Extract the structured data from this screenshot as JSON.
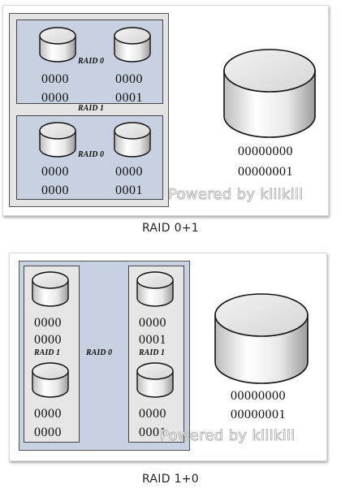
{
  "diagrams": [
    {
      "caption": "RAID 0+1",
      "outer_label": "RAID 1",
      "groups": [
        {
          "label": "RAID 0",
          "disks": [
            {
              "line1": "0000",
              "line2": "0000"
            },
            {
              "line1": "0000",
              "line2": "0001"
            }
          ]
        },
        {
          "label": "RAID 0",
          "disks": [
            {
              "line1": "0000",
              "line2": "0000"
            },
            {
              "line1": "0000",
              "line2": "0001"
            }
          ]
        }
      ],
      "big_disk": {
        "line1": "00000000",
        "line2": "00000001"
      },
      "watermark": "Powered by killkill"
    },
    {
      "caption": "RAID 1+0",
      "outer_label": "RAID 0",
      "columns": [
        {
          "label": "RAID 1",
          "disks": [
            {
              "line1": "0000",
              "line2": "0000"
            },
            {
              "line1": "0000",
              "line2": "0000"
            }
          ]
        },
        {
          "label": "RAID 1",
          "disks": [
            {
              "line1": "0000",
              "line2": "0001"
            },
            {
              "line1": "0000",
              "line2": "0001"
            }
          ]
        }
      ],
      "big_disk": {
        "line1": "00000000",
        "line2": "00000001"
      },
      "watermark": "Powered by killkill"
    }
  ]
}
